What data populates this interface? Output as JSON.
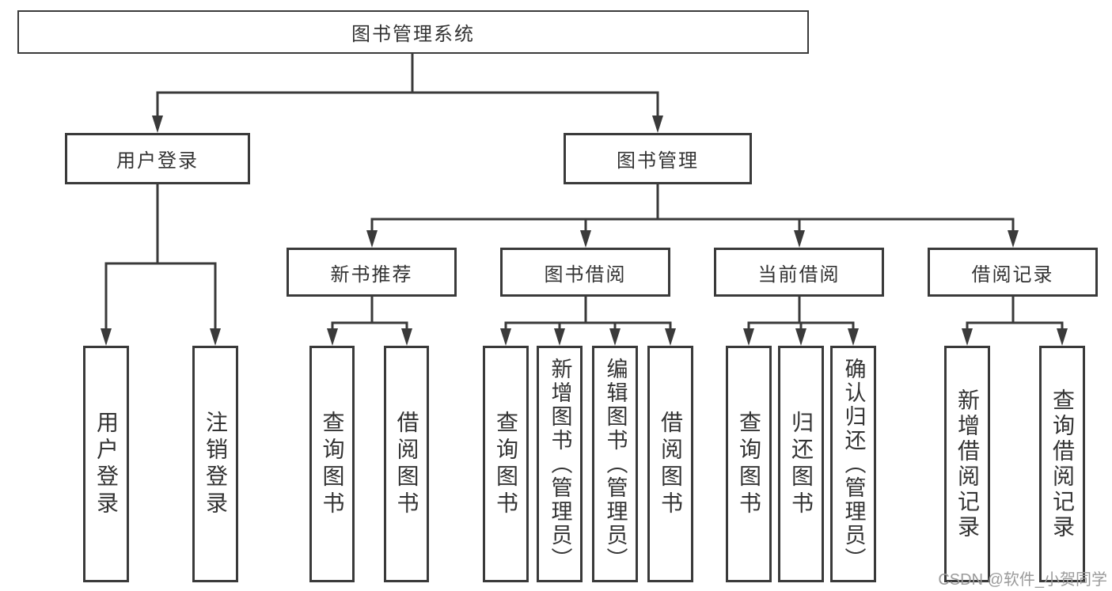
{
  "nodes": {
    "root": {
      "label": "图书管理系统"
    },
    "user_login": {
      "label": "用户登录"
    },
    "book_mgmt": {
      "label": "图书管理"
    },
    "new_book_rec": {
      "label": "新书推荐"
    },
    "book_borrow": {
      "label": "图书借阅"
    },
    "current_borrow": {
      "label": "当前借阅"
    },
    "borrow_record": {
      "label": "借阅记录"
    },
    "leaf_user_login": {
      "label": "用户登录"
    },
    "leaf_logout": {
      "label": "注销登录"
    },
    "nb_query_book": {
      "label": "查询图书"
    },
    "nb_borrow_book": {
      "label": "借阅图书"
    },
    "bb_query_book": {
      "label": "查询图书"
    },
    "bb_add_book": {
      "label": "新增图书（管理员）"
    },
    "bb_edit_book": {
      "label": "编辑图书（管理员）"
    },
    "bb_borrow_book": {
      "label": "借阅图书"
    },
    "cb_query_book": {
      "label": "查询图书"
    },
    "cb_return_book": {
      "label": "归还图书"
    },
    "cb_confirm_return": {
      "label": "确认归还（管理员）"
    },
    "br_add_record": {
      "label": "新增借阅记录"
    },
    "br_query_record": {
      "label": "查询借阅记录"
    }
  },
  "watermark": {
    "text": "CSDN @软件_小贺同学"
  },
  "colors": {
    "line": "#3a3a3a",
    "box_border": "#3a3a3a",
    "box_background": "#ffffff",
    "label_text": "#333333",
    "watermark_text": "#9b9b9b",
    "page_background": "#ffffff"
  }
}
